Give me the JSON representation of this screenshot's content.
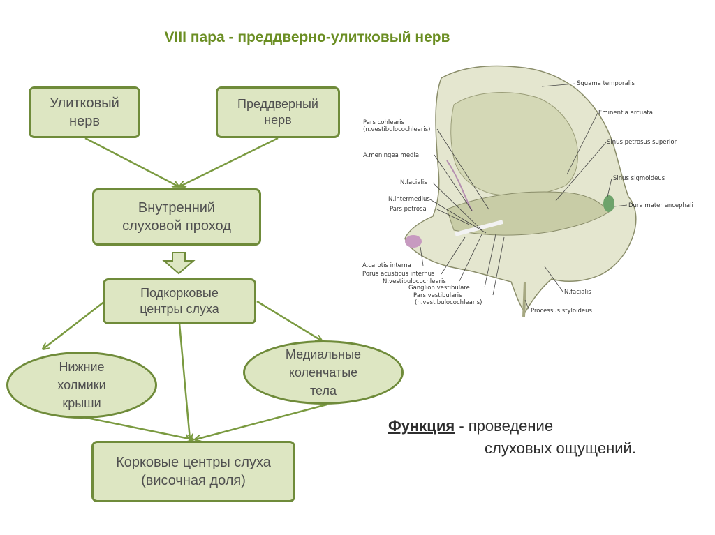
{
  "title": "VIII  пара -  преддверно-улитковый нерв",
  "flow": {
    "cochlear_nerve": [
      "Улитковый",
      "нерв"
    ],
    "vestibular_nerve": [
      "Преддверный",
      "нерв"
    ],
    "internal_canal": [
      "Внутренний",
      "слуховой проход"
    ],
    "subcortical": [
      "Подкорковые",
      "центры  слуха"
    ],
    "inferior_colliculi": [
      "Нижние",
      "холмики",
      "крыши"
    ],
    "medial_geniculate": [
      "Медиальные",
      "коленчатые",
      "тела"
    ],
    "cortical": [
      "Корковые центры слуха",
      "(височная доля)"
    ]
  },
  "function": {
    "keyword": "Функция",
    "rest": "  -  проведение",
    "line2": "слуховых ощущений."
  },
  "anatomy_labels": {
    "squama": "Squama temporalis",
    "eminentia": "Eminentia arcuata",
    "sinus_petrosus": "Sinus petrosus superior",
    "sinus_sigmoideus": "Sinus sigmoideus",
    "dura": "Dura mater encephali",
    "pars_cochlearis": "Pars cohlearis",
    "pars_cochlearis_sub": "(n.vestibulocochlearis)",
    "meningea": "A.meningea media",
    "facialis_left": "N.facialis",
    "intermedius": "N.intermedius",
    "pars_petrosa": "Pars petrosa",
    "carotis": "A.carotis interna",
    "porus": "Porus acusticus internus",
    "vestibulocochlearis": "N.vestibulocochlearis",
    "ganglion": "Ganglion vestibulare",
    "pars_vestibularis": "Pars vestibularis",
    "pars_vestibularis_sub": "(n.vestibulocochlearis)",
    "facialis_right": "N.facialis",
    "styloideus": "Processus styloideus"
  },
  "colors": {
    "title": "#6b8e23",
    "box_fill": "#dde6c2",
    "box_border": "#6f8b3a",
    "arrow": "#7a9a40"
  }
}
